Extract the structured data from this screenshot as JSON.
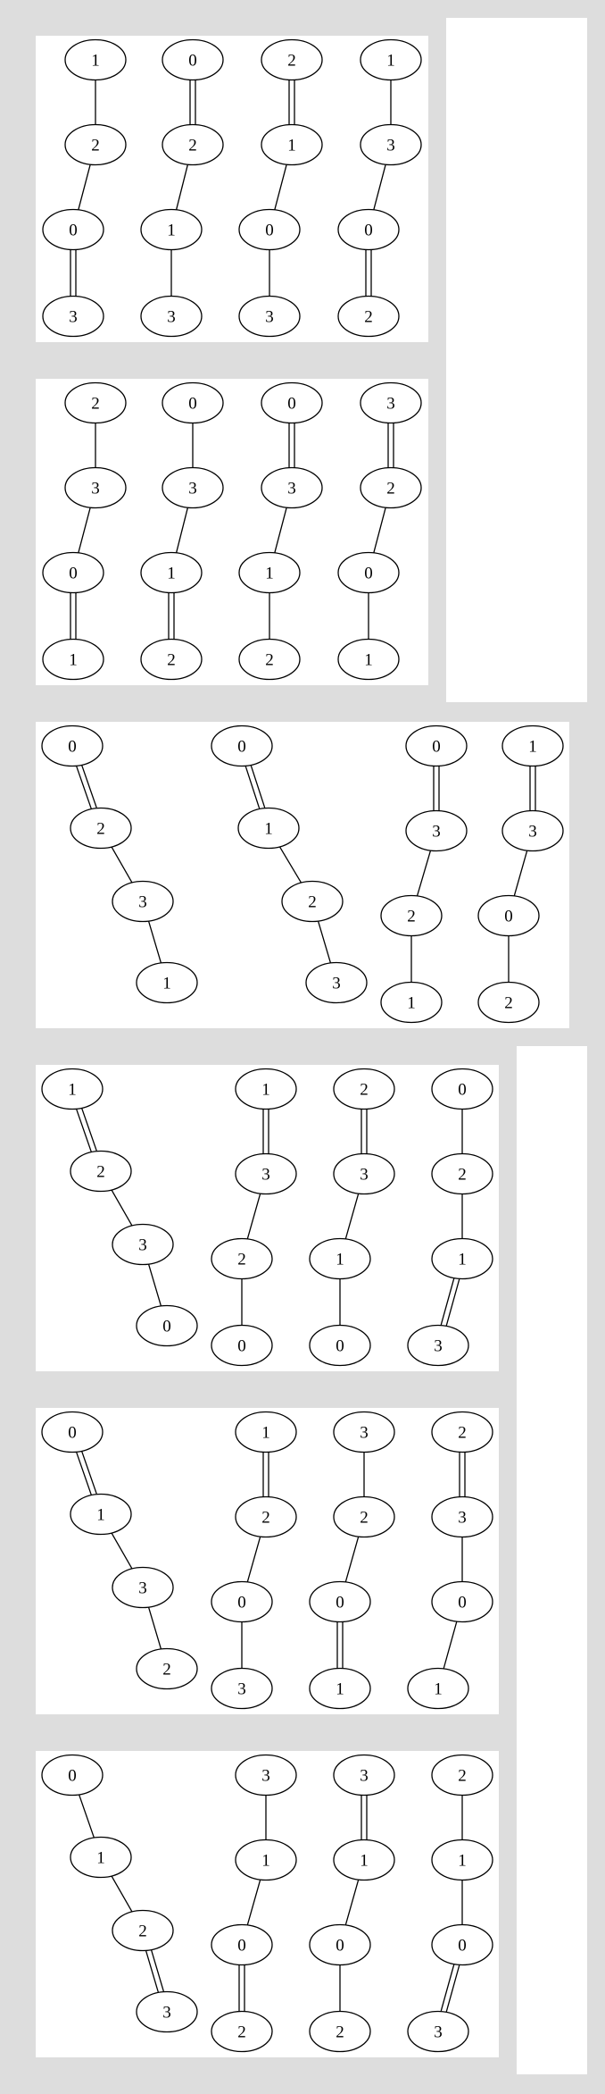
{
  "panels": [
    {
      "graphs": [
        {
          "nodes": [
            "1",
            "2",
            "0",
            "3"
          ],
          "edges": [
            1,
            1,
            2
          ]
        },
        {
          "nodes": [
            "0",
            "2",
            "1",
            "3"
          ],
          "edges": [
            2,
            1,
            1
          ]
        },
        {
          "nodes": [
            "2",
            "1",
            "0",
            "3"
          ],
          "edges": [
            2,
            1,
            1
          ]
        },
        {
          "nodes": [
            "1",
            "3",
            "0",
            "2"
          ],
          "edges": [
            1,
            1,
            2
          ]
        }
      ]
    },
    {
      "graphs": [
        {
          "nodes": [
            "2",
            "3",
            "0",
            "1"
          ],
          "edges": [
            1,
            1,
            2
          ]
        },
        {
          "nodes": [
            "0",
            "3",
            "1",
            "2"
          ],
          "edges": [
            1,
            1,
            2
          ]
        },
        {
          "nodes": [
            "0",
            "3",
            "1",
            "2"
          ],
          "edges": [
            2,
            1,
            1
          ]
        },
        {
          "nodes": [
            "3",
            "2",
            "0",
            "1"
          ],
          "edges": [
            2,
            1,
            1
          ]
        }
      ]
    },
    {
      "graphs": [
        {
          "nodes": [
            "0",
            "2",
            "3",
            "1"
          ],
          "edges": [
            2,
            1,
            1
          ]
        },
        {
          "nodes": [
            "0",
            "1",
            "2",
            "3"
          ],
          "edges": [
            2,
            1,
            1
          ]
        },
        {
          "nodes": [
            "0",
            "3",
            "2",
            "1"
          ],
          "edges": [
            2,
            1,
            1
          ]
        },
        {
          "nodes": [
            "1",
            "3",
            "0",
            "2"
          ],
          "edges": [
            2,
            1,
            1
          ]
        }
      ]
    },
    {
      "graphs": [
        {
          "nodes": [
            "1",
            "2",
            "3",
            "0"
          ],
          "edges": [
            2,
            1,
            1
          ]
        },
        {
          "nodes": [
            "1",
            "3",
            "2",
            "0"
          ],
          "edges": [
            2,
            1,
            1
          ]
        },
        {
          "nodes": [
            "2",
            "3",
            "1",
            "0"
          ],
          "edges": [
            2,
            1,
            1
          ]
        },
        {
          "nodes": [
            "0",
            "2",
            "1",
            "3"
          ],
          "edges": [
            1,
            1,
            2
          ]
        }
      ]
    },
    {
      "graphs": [
        {
          "nodes": [
            "0",
            "1",
            "3",
            "2"
          ],
          "edges": [
            2,
            1,
            1
          ]
        },
        {
          "nodes": [
            "1",
            "2",
            "0",
            "3"
          ],
          "edges": [
            2,
            1,
            1
          ]
        },
        {
          "nodes": [
            "3",
            "2",
            "0",
            "1"
          ],
          "edges": [
            1,
            1,
            2
          ]
        },
        {
          "nodes": [
            "2",
            "3",
            "0",
            "1"
          ],
          "edges": [
            2,
            1,
            1
          ]
        }
      ]
    },
    {
      "graphs": [
        {
          "nodes": [
            "0",
            "1",
            "2",
            "3"
          ],
          "edges": [
            1,
            1,
            2
          ]
        },
        {
          "nodes": [
            "3",
            "1",
            "0",
            "2"
          ],
          "edges": [
            1,
            1,
            2
          ]
        },
        {
          "nodes": [
            "3",
            "1",
            "0",
            "2"
          ],
          "edges": [
            2,
            1,
            1
          ]
        },
        {
          "nodes": [
            "2",
            "1",
            "0",
            "3"
          ],
          "edges": [
            1,
            1,
            2
          ]
        }
      ]
    }
  ]
}
